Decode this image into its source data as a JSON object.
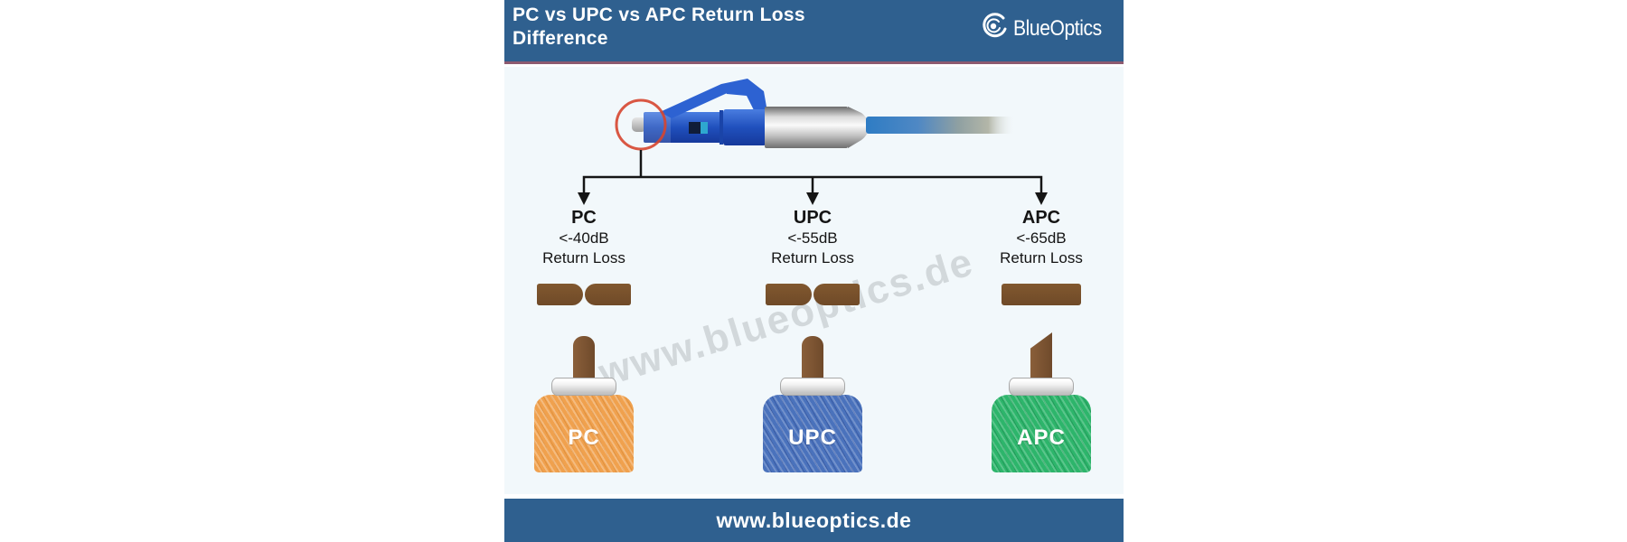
{
  "header": {
    "title_line1": "PC vs UPC vs APC Return Loss",
    "title_line2": "Difference",
    "brand": "BlueOptics"
  },
  "watermark": "www.blueoptics.de",
  "columns": [
    {
      "name": "PC",
      "value": "<-40dB",
      "caption": "Return Loss",
      "body_label": "PC"
    },
    {
      "name": "UPC",
      "value": "<-55dB",
      "caption": "Return Loss",
      "body_label": "UPC"
    },
    {
      "name": "APC",
      "value": "<-65dB",
      "caption": "Return Loss",
      "body_label": "APC"
    }
  ],
  "footer": {
    "url": "www.blueoptics.de"
  },
  "colors": {
    "header_bar": "#2f608f",
    "header_border": "#8d5a70",
    "content_background": "#f2f8fb",
    "highlight_circle": "#d6452f",
    "connector_blue": "#2050bd",
    "ferrule_brown": "#7a5330",
    "pc_body": "#f0a14e",
    "upc_body": "#4a72bc",
    "apc_body": "#2db56b",
    "line_black": "#151515",
    "text_white": "#ffffff"
  }
}
